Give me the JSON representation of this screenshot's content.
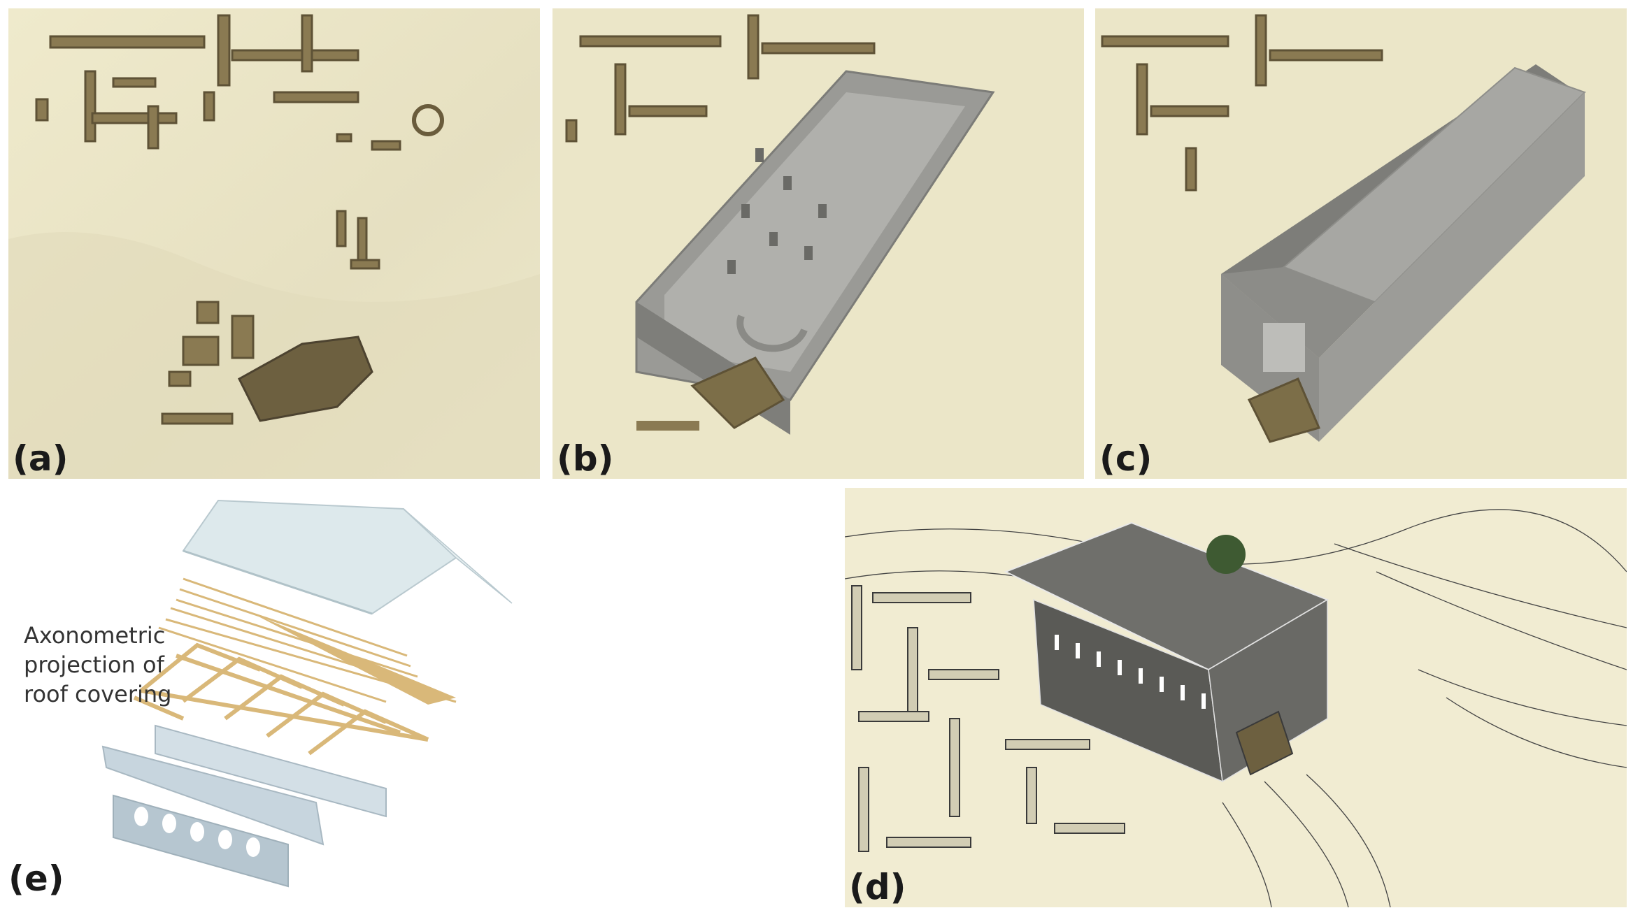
{
  "panels": {
    "a": {
      "label": "(a)"
    },
    "b": {
      "label": "(b)"
    },
    "c": {
      "label": "(c)"
    },
    "d": {
      "label": "(d)"
    },
    "e": {
      "label": "(e)"
    }
  },
  "caption": {
    "line1": "Axonometric",
    "line2": "projection of",
    "line3": "roof covering"
  },
  "colors": {
    "terrain": "#e9e4c6",
    "terrain_shadow": "#d6d0b0",
    "ruins": "#8a7a52",
    "ruins_dark": "#5e5236",
    "building_gray": "#9a9a96",
    "roof_dark": "#6e6e6a",
    "timber": "#d9b879",
    "roof_sheet": "#dde9ec",
    "wall_blue": "#c7d5de"
  }
}
